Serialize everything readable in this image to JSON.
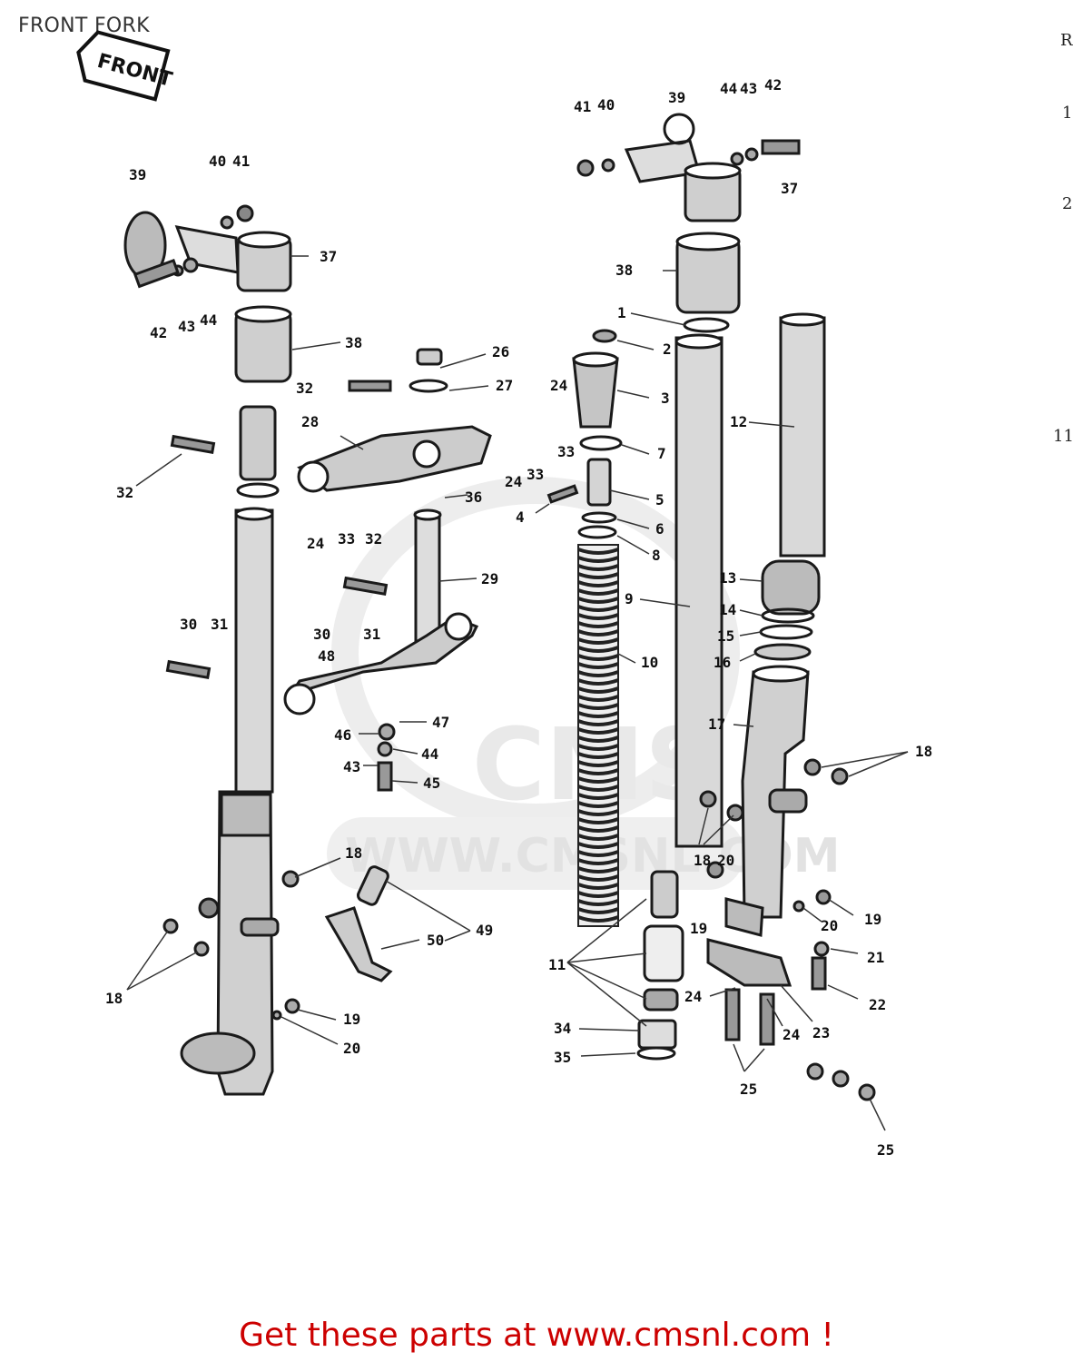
{
  "page": {
    "title": "FRONT FORK",
    "promo_text": "Get these parts at www.cmsnl.com !",
    "accent_color": "#cc0000"
  },
  "badge": {
    "label": "FRONT"
  },
  "watermark": {
    "url_text": "WWW.CMSNL.COM",
    "logo_text": "CMS"
  },
  "margin_fragments": [
    "R",
    "1",
    "2",
    "11"
  ],
  "callouts": [
    "39",
    "40",
    "41",
    "37",
    "42",
    "43",
    "44",
    "38",
    "32",
    "32",
    "28",
    "26",
    "27",
    "24",
    "33",
    "24",
    "33",
    "24",
    "33",
    "32",
    "36",
    "30",
    "31",
    "30",
    "31",
    "48",
    "29",
    "46",
    "47",
    "44",
    "43",
    "45",
    "41",
    "40",
    "39",
    "44",
    "43",
    "42",
    "37",
    "38",
    "1",
    "2",
    "3",
    "7",
    "5",
    "4",
    "6",
    "8",
    "9",
    "10",
    "12",
    "13",
    "14",
    "15",
    "16",
    "17",
    "18",
    "18",
    "20",
    "19",
    "19",
    "20",
    "21",
    "22",
    "11",
    "24",
    "24",
    "23",
    "34",
    "35",
    "25",
    "25",
    "18",
    "18",
    "19",
    "20",
    "49",
    "50"
  ],
  "colors": {
    "ink": "#1a1a1a",
    "shade": "#555555",
    "watermark": "#e6e6e6"
  }
}
